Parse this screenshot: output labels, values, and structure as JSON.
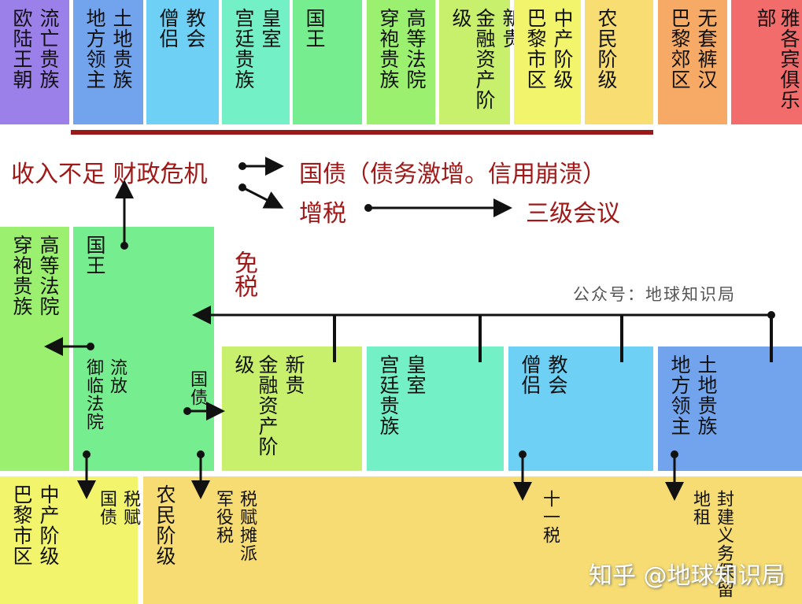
{
  "top_row": [
    {
      "cols": [
        "流亡贵族",
        "欧陆王朝"
      ],
      "color": "#9b80ea"
    },
    {
      "cols": [
        "土地贵族",
        "地方领主"
      ],
      "color": "#72a4ee"
    },
    {
      "cols": [
        "教会",
        "僧侣"
      ],
      "color": "#6ed0f4"
    },
    {
      "cols": [
        "皇室",
        "宫廷贵族"
      ],
      "color": "#74f0c6"
    },
    {
      "cols": [
        "国王"
      ],
      "color": "#76ee90"
    },
    {
      "cols": [
        "高等法院",
        "穿袍贵族"
      ],
      "color": "#9cf070"
    },
    {
      "cols": [
        "新贵",
        "金融资产阶级"
      ],
      "color": "#c8f06c"
    },
    {
      "cols": [
        "中产阶级",
        "巴黎市区"
      ],
      "color": "#f2f56c"
    },
    {
      "cols": [
        "农民阶级"
      ],
      "color": "#f8de72"
    },
    {
      "cols": [
        "无套裤汉",
        "巴黎郊区"
      ],
      "color": "#f6aa66"
    },
    {
      "cols": [
        "雅各宾俱乐部"
      ],
      "color": "#f26c6c"
    }
  ],
  "middle": {
    "crisis": "收入不足 财政危机",
    "debt": "国债（债务激增。信用崩溃）",
    "tax": "增税",
    "estates": "三级会议",
    "exempt": "免税",
    "watermark": "公众号：地球知识局"
  },
  "lower": {
    "parlement": [
      "高等法院",
      "穿袍贵族"
    ],
    "king": [
      "国王"
    ],
    "exile": [
      "流放",
      "御临法院"
    ],
    "king_debt": "国债",
    "newrich": [
      "新贵",
      "金融资产阶级"
    ],
    "royal": [
      "皇室",
      "宫廷贵族"
    ],
    "church": [
      "教会",
      "僧侣"
    ],
    "lords": [
      "土地贵族",
      "地方领主"
    ],
    "middle_class": [
      "中产阶级",
      "巴黎市区"
    ],
    "mc_notes": [
      "税赋",
      "国债"
    ],
    "peasants": [
      "农民阶级"
    ],
    "peasant_notes": [
      "税赋摊派",
      "军役税"
    ],
    "tithe": "十一税",
    "feudal": [
      "封建义务保留",
      "地租"
    ]
  },
  "footer": {
    "credit": "知乎 @地球知识局"
  }
}
